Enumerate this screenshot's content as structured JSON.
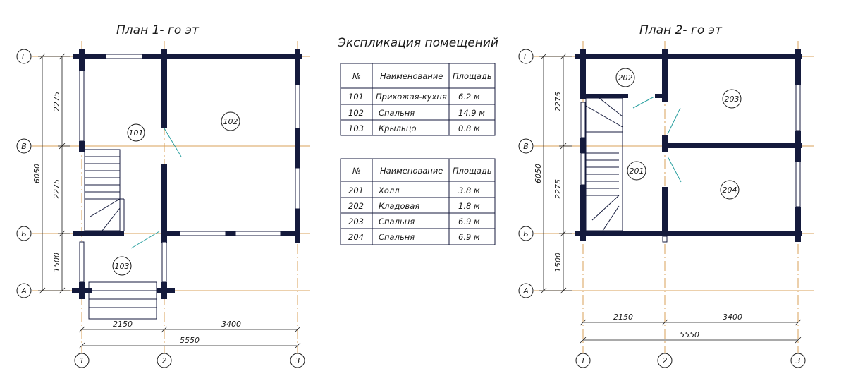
{
  "plan1": {
    "title": "План 1- го эт",
    "axes_rows": [
      "Г",
      "В",
      "Б",
      "А"
    ],
    "axes_cols": [
      "1",
      "2",
      "3"
    ],
    "dims_vertical": [
      "2275",
      "2275",
      "1500"
    ],
    "dim_total_vertical": "6050",
    "dims_horizontal": [
      "2150",
      "3400"
    ],
    "dim_total_horizontal": "5550",
    "rooms": [
      "101",
      "102",
      "103"
    ]
  },
  "plan2": {
    "title": "План 2- го эт",
    "axes_rows": [
      "Г",
      "В",
      "Б",
      "А"
    ],
    "axes_cols": [
      "1",
      "2",
      "3"
    ],
    "dims_vertical": [
      "2275",
      "2275",
      "1500"
    ],
    "dim_total_vertical": "6050",
    "dims_horizontal": [
      "2150",
      "3400"
    ],
    "dim_total_horizontal": "5550",
    "rooms": [
      "202",
      "203",
      "201",
      "204"
    ]
  },
  "explication": {
    "title": "Экспликация помещений",
    "headers": [
      "№",
      "Наименование",
      "Площадь"
    ],
    "table1": [
      [
        "101",
        "Прихожая-кухня",
        "6.2 м"
      ],
      [
        "102",
        "Спальня",
        "14.9 м"
      ],
      [
        "103",
        "Крыльцо",
        "0.8 м"
      ]
    ],
    "table2": [
      [
        "201",
        "Холл",
        "3.8 м"
      ],
      [
        "202",
        "Кладовая",
        "1.8 м"
      ],
      [
        "203",
        "Спальня",
        "6.9 м"
      ],
      [
        "204",
        "Спальня",
        "6.9 м"
      ]
    ]
  },
  "colors": {
    "wall": "#141a3c",
    "axis": "#d9a05a",
    "leader": "#2aa0a0",
    "line": "#1a1a1a"
  }
}
